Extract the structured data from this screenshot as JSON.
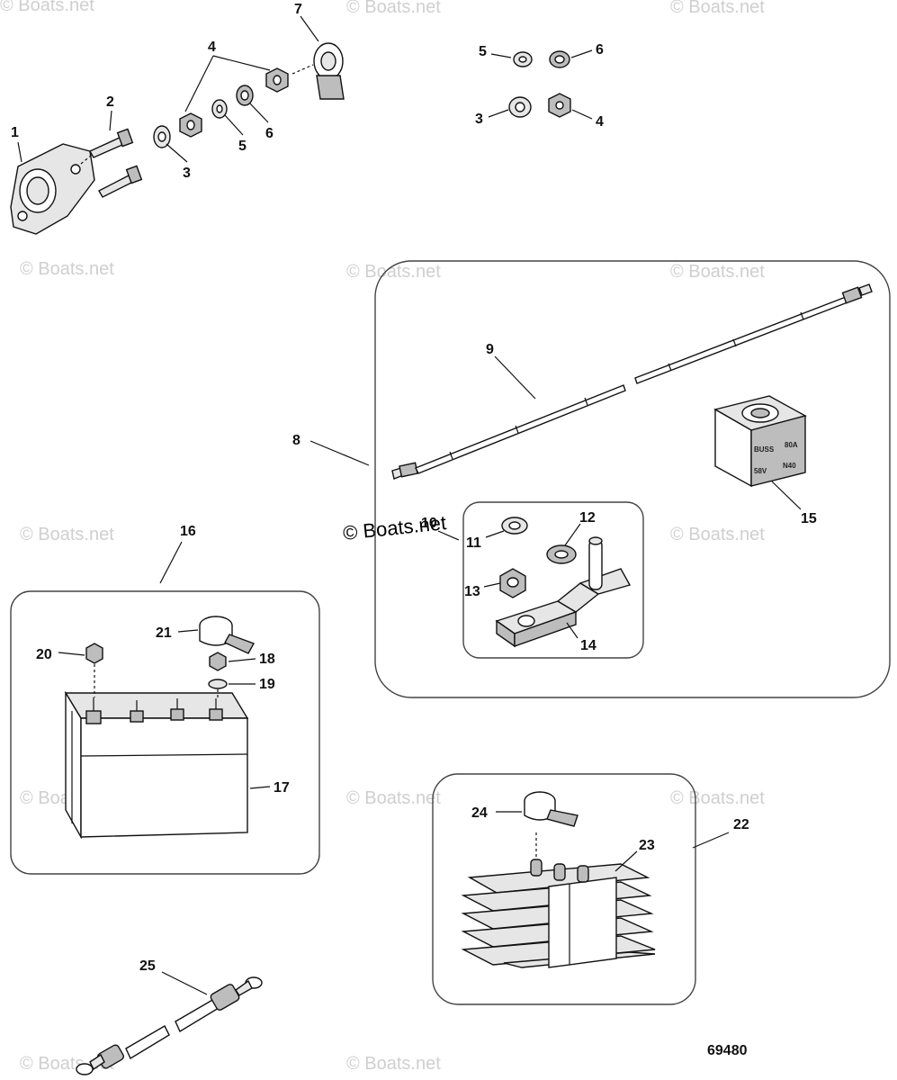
{
  "watermarks": [
    "© Boats.net",
    "© Boats.net",
    "© Boats.net",
    "© Boats.net",
    "© Boats.net",
    "© Boats.net",
    "© Boats.net",
    "© Boats.net",
    "© Boats.net",
    "© Boats.net",
    "© Boats.net",
    "© Boats.net",
    "© Boats.net"
  ],
  "center_watermark": "© Boats.net",
  "figure_number": "69480",
  "callouts": {
    "c1": "1",
    "c2": "2",
    "c3": "3",
    "c4": "4",
    "c5": "5",
    "c6": "6",
    "c7": "7",
    "c3b": "3",
    "c4b": "4",
    "c5b": "5",
    "c6b": "6",
    "c8": "8",
    "c9": "9",
    "c10": "10",
    "c11": "11",
    "c12": "12",
    "c13": "13",
    "c14": "14",
    "c15": "15",
    "c16": "16",
    "c17": "17",
    "c18": "18",
    "c19": "19",
    "c20": "20",
    "c21": "21",
    "c22": "22",
    "c23": "23",
    "c24": "24",
    "c25": "25"
  },
  "fuse_text": {
    "brand": "BUSS",
    "amps": "80A",
    "volts": "58V",
    "model": "N40"
  }
}
